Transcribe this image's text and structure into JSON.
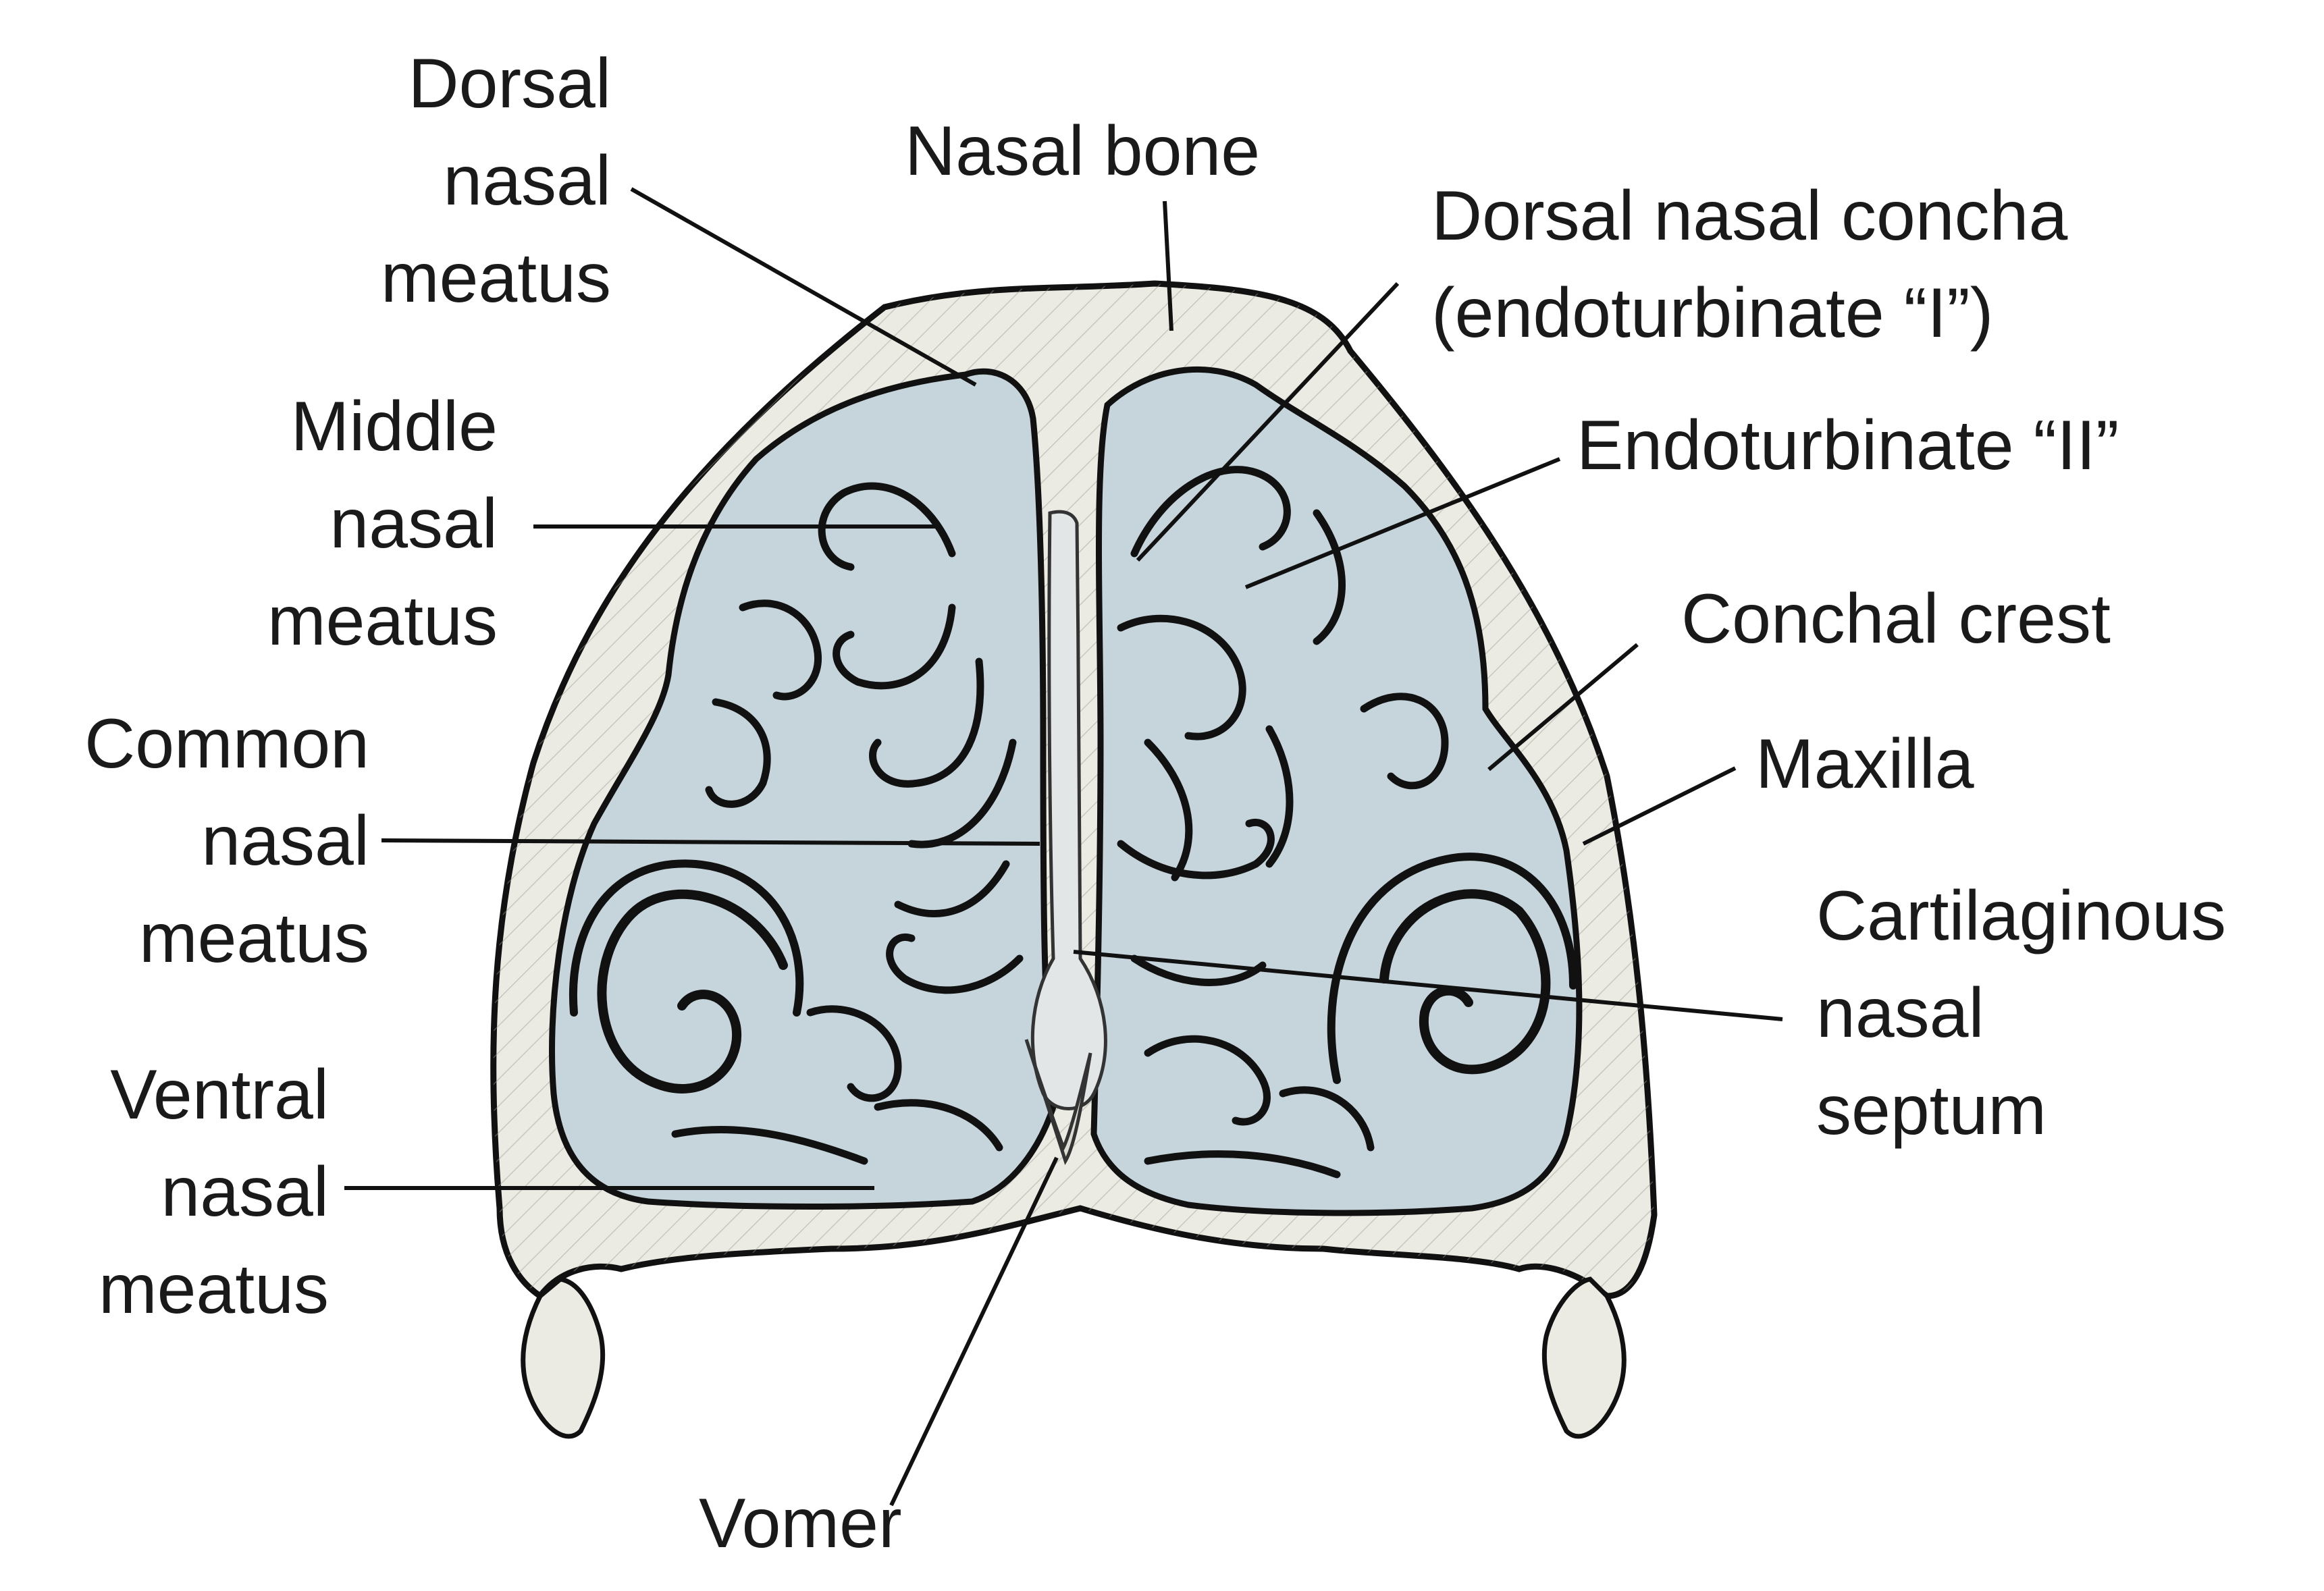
{
  "labels": {
    "dorsal_nasal_meatus": "Dorsal\nnasal\nmeatus",
    "nasal_bone": "Nasal bone",
    "dorsal_nasal_concha": "Dorsal nasal concha\n(endoturbinate “I”)",
    "middle_nasal_meatus": "Middle\nnasal\nmeatus",
    "endoturbinate_ii": "Endoturbinate “II”",
    "conchal_crest": "Conchal crest",
    "common_nasal_meatus": "Common\nnasal\nmeatus",
    "maxilla": "Maxilla",
    "cartilaginous_nasal_septum": "Cartilaginous\nnasal\nseptum",
    "ventral_nasal_meatus": "Ventral\nnasal\nmeatus",
    "vomer": "Vomer"
  },
  "colors": {
    "bone_fill": "#ecebe3",
    "cavity_fill": "#c6d5dc",
    "outline": "#111111",
    "hatch": "#8a8a82",
    "septum_fill": "#e2e6e6"
  }
}
